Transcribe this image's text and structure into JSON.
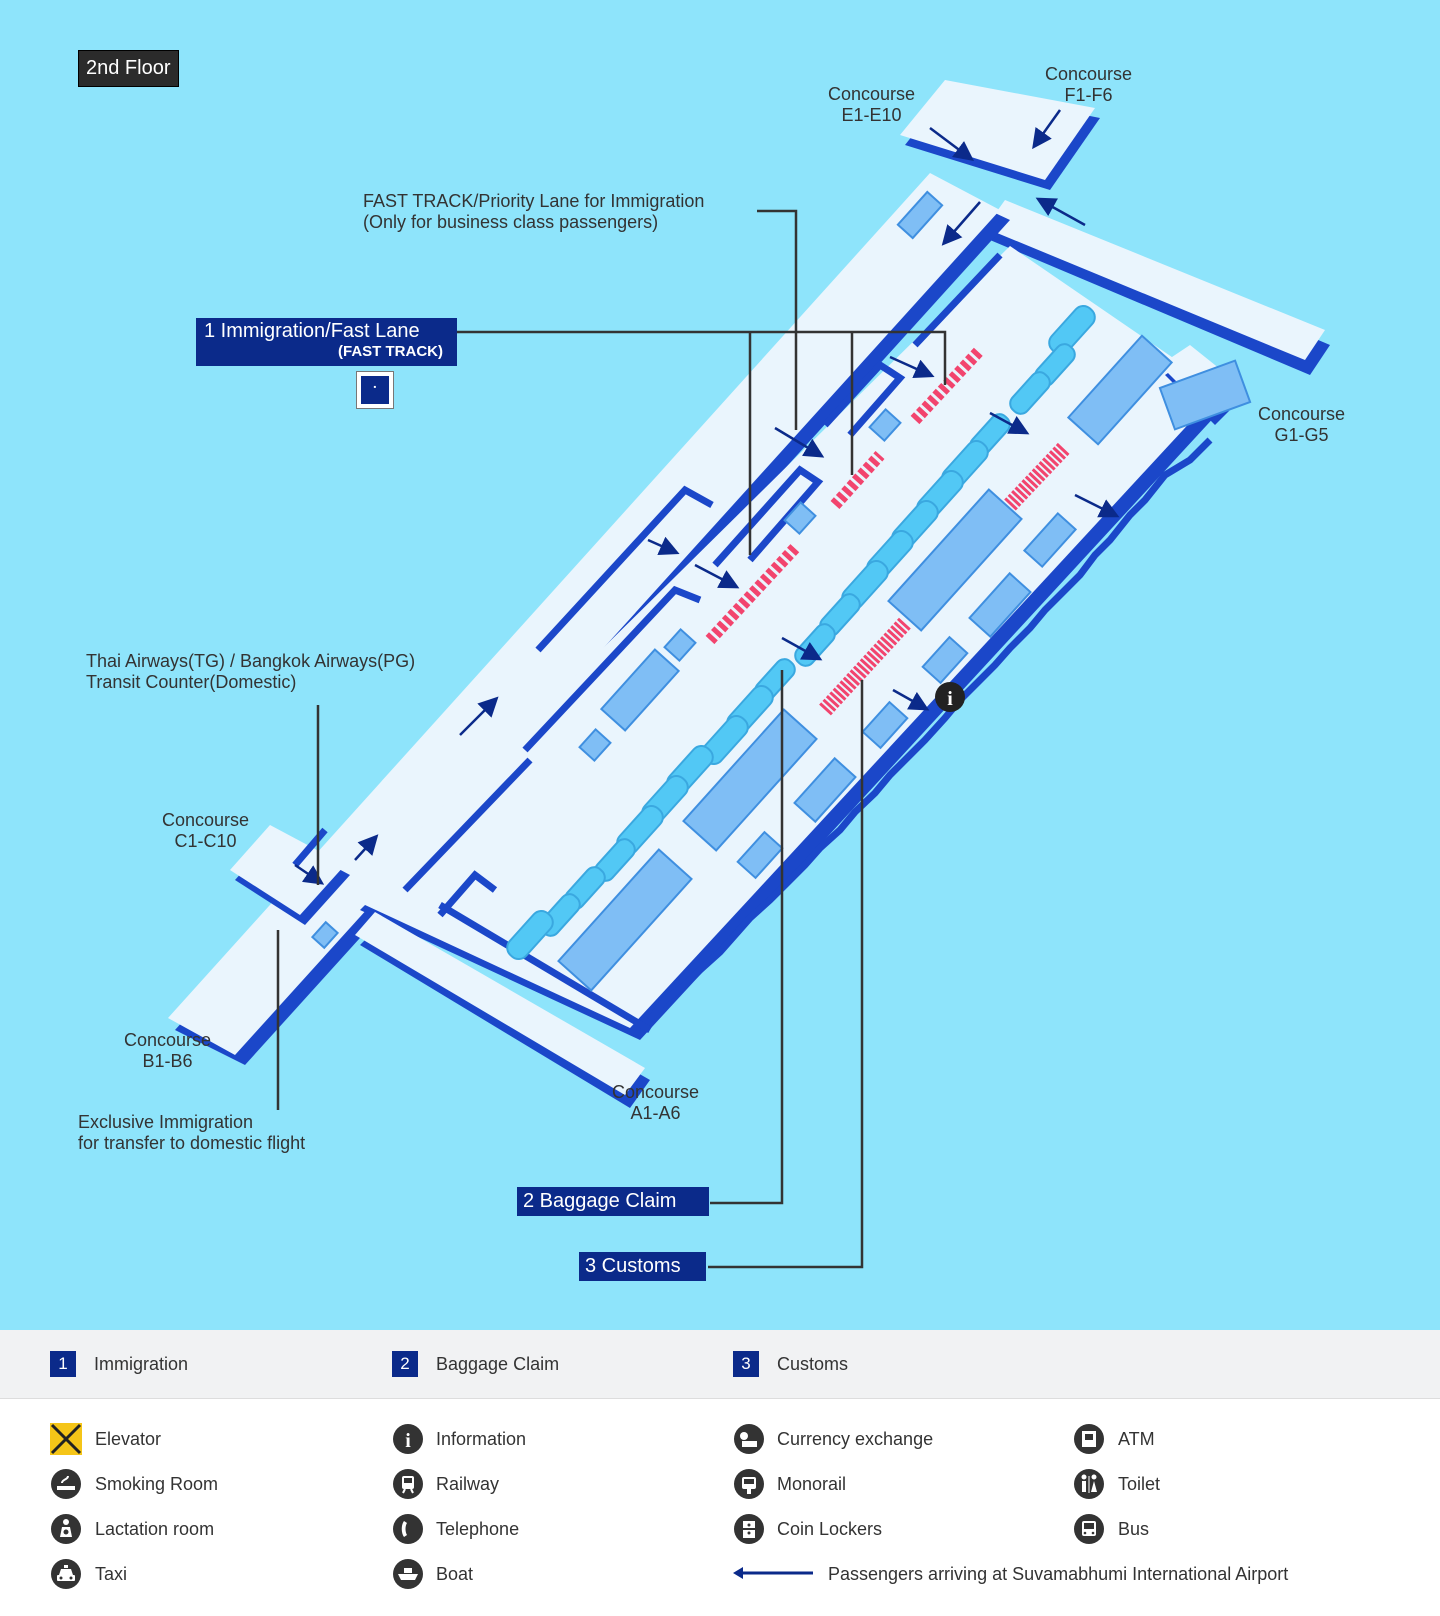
{
  "floor_label": "2nd Floor",
  "concourses": {
    "ef": [
      "Concourse",
      "E1-E10"
    ],
    "f": [
      "Concourse",
      "F1-F6"
    ],
    "g": [
      "Concourse",
      "G1-G5"
    ],
    "c": [
      "Concourse",
      "C1-C10"
    ],
    "b": [
      "Concourse",
      "B1-B6"
    ],
    "a": [
      "Concourse",
      "A1-A6"
    ]
  },
  "annotations": {
    "fast_track": [
      "FAST TRACK/Priority Lane for Immigration",
      "(Only for business class passengers)"
    ],
    "transit_counter": [
      "Thai Airways(TG) / Bangkok Airways(PG)",
      "Transit Counter(Domestic)"
    ],
    "exclusive_immigration": [
      "Exclusive Immigration",
      "for transfer to domestic flight"
    ]
  },
  "callouts": {
    "immigration_main": "1  Immigration/Fast Lane",
    "immigration_sub": "(FAST TRACK)",
    "baggage": "2  Baggage Claim",
    "customs": "3 Customs"
  },
  "legend_numbered": [
    {
      "num": "1",
      "label": "Immigration"
    },
    {
      "num": "2",
      "label": "Baggage Claim"
    },
    {
      "num": "3",
      "label": "Customs"
    }
  ],
  "legend_icons": [
    {
      "icon": "elevator-icon",
      "label": "Elevator"
    },
    {
      "icon": "info-icon",
      "label": "Information"
    },
    {
      "icon": "currency-exchange-icon",
      "label": "Currency exchange"
    },
    {
      "icon": "atm-icon",
      "label": "ATM"
    },
    {
      "icon": "smoking-room-icon",
      "label": "Smoking Room"
    },
    {
      "icon": "railway-icon",
      "label": "Railway"
    },
    {
      "icon": "monorail-icon",
      "label": "Monorail"
    },
    {
      "icon": "toilet-icon",
      "label": "Toilet"
    },
    {
      "icon": "lactation-room-icon",
      "label": "Lactation room"
    },
    {
      "icon": "telephone-icon",
      "label": "Telephone"
    },
    {
      "icon": "coin-lockers-icon",
      "label": "Coin Lockers"
    },
    {
      "icon": "bus-icon",
      "label": "Bus"
    },
    {
      "icon": "taxi-icon",
      "label": "Taxi"
    },
    {
      "icon": "boat-icon",
      "label": "Boat"
    }
  ],
  "legend_arrow_label": "Passengers arriving at Suvamabhumi International Airport",
  "colors": {
    "background": "#8ee4fb",
    "floor": "#eaf5fd",
    "wall": "#1b47c9",
    "counter": "#7fbef5",
    "carousel": "#52c8f5",
    "gate": "#f2446e",
    "navy": "#0b2a8a",
    "elevator": "#f5c518"
  }
}
